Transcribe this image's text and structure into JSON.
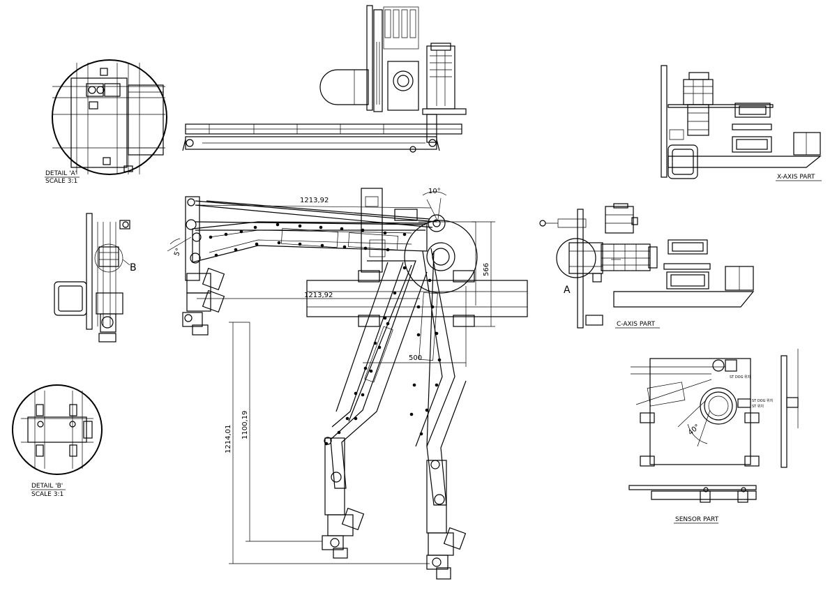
{
  "labels": {
    "detail_a": "DETAIL 'A'",
    "detail_a_scale": "SCALE 3:1",
    "detail_b": "DETAIL 'B'",
    "detail_b_scale": "SCALE 3:1",
    "x_axis_part": "X-AXIS PART",
    "c_axis_part": "C-AXIS PART",
    "sensor_part": "SENSOR PART",
    "callout_a": "A",
    "callout_b": "B"
  },
  "dimensions": {
    "top_length": "1213,92",
    "mid_length": "1213,92",
    "angle_top": "10°",
    "angle_left": "5°",
    "height_right": "566",
    "width_bottom": "500",
    "vert_left_outer": "1214,01",
    "vert_left_inner": "1100,19",
    "sensor_angle": "40°"
  },
  "sensor_notes": {
    "note1": "ST DOG 위치",
    "note2": "ST DOG 위치",
    "note3": "ST 위치"
  }
}
